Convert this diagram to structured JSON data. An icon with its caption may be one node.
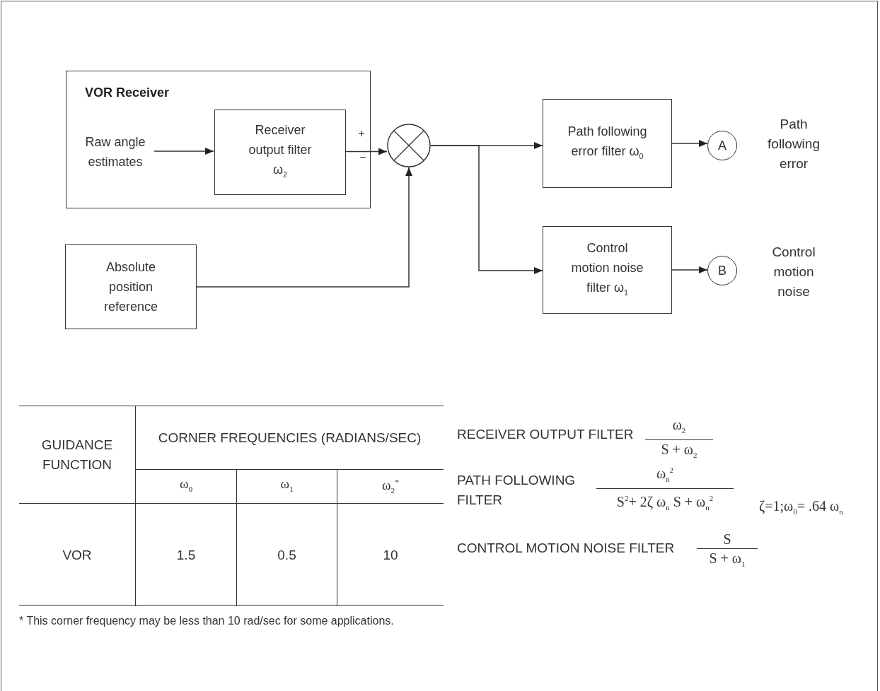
{
  "diagram": {
    "nodes": [
      {
        "text": [
          "VOR Receiver"
        ]
      },
      {
        "text": [
          "Raw angle estimates"
        ],
        "in": 0
      },
      {
        "text": [
          "Receiver output filter ω$_{2}$"
        ],
        "in": 0
      },
      {
        "text": [],
        "shape": "circle",
        "beside": [
          "+",
          "−"
        ]
      },
      {
        "text": [
          "Absolute position reference"
        ]
      },
      {
        "text": [
          "Path following error filter ω$_{0}$"
        ]
      },
      {
        "text": [
          "Control motion noise filter ω$_{1}$"
        ]
      },
      {
        "text": [
          "A"
        ],
        "beside": [
          "Path following error"
        ]
      },
      {
        "text": [
          "B"
        ],
        "beside": [
          "Control motion noise"
        ]
      }
    ],
    "edges": [
      {
        "from": 1,
        "to": 2,
        "arrow": "to"
      },
      {
        "from": 2,
        "to": 3,
        "arrow": "to"
      },
      {
        "from": 4,
        "to": 3,
        "arrow": "to"
      },
      {
        "from": 3,
        "to": 5,
        "arrow": "to"
      },
      {
        "from": 3,
        "to": 6,
        "arrow": "to"
      },
      {
        "from": 5,
        "to": 7,
        "arrow": "to"
      },
      {
        "from": 6,
        "to": 8,
        "arrow": "to"
      }
    ],
    "labels": [
      "GUIDANCE FUNCTION",
      "CORNER FREQUENCIES (RADIANS/SEC)",
      "ω$_{0}$",
      "ω$_{1}$",
      "ω$_{2}$$^{*}$",
      "VOR",
      "1.5",
      "0.5",
      "10",
      "RECEIVER OUTPUT FILTER",
      "ω$_{2}$",
      "S + ω$_{2}$",
      "PATH FOLLOWING FILTER",
      "ω$_{n}$$^{2}$",
      "S$^{2}$+ 2ζ ω$_{n}$ S + ω$_{n}$$^{2}$",
      "ζ=1;ω$_{0}$= .64 ω$_{n}$",
      "CONTROL MOTION NOISE FILTER",
      "S",
      "S + ω$_{1}$",
      "* This corner frequency may be less than 10 rad/sec for some applications."
    ]
  }
}
